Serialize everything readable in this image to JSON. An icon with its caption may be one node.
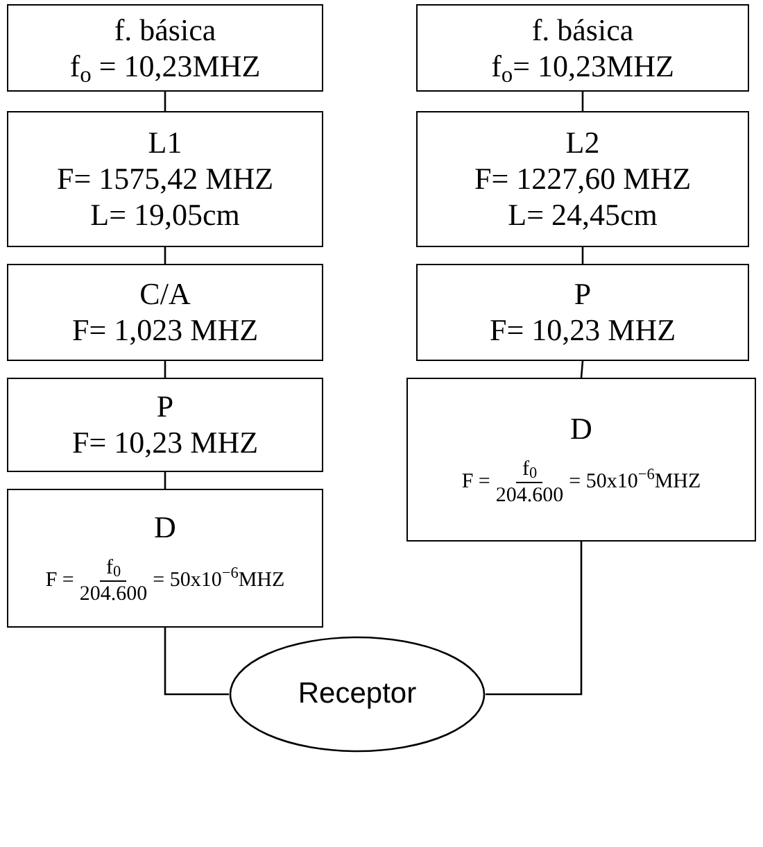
{
  "diagram": {
    "nodes": [
      {
        "text": [
          "f. básica",
          "f$_{o}$ = 10,23MHZ"
        ]
      },
      {
        "text": [
          "L1",
          "F= 1575,42 MHZ",
          "L= 19,05cm"
        ]
      },
      {
        "text": [
          "C/A",
          "F= 1,023 MHZ"
        ]
      },
      {
        "text": [
          "P",
          "F= 10,23 MHZ"
        ]
      },
      {
        "text": [
          "D",
          "F =",
          "f$_{0}$",
          "204.600",
          "= 50x10$^{−6}$MHZ"
        ]
      },
      {
        "text": [
          "f. básica",
          "f$_{o}$= 10,23MHZ"
        ]
      },
      {
        "text": [
          "L2",
          "F= 1227,60 MHZ",
          "L= 24,45cm"
        ]
      },
      {
        "text": [
          "P",
          "F= 10,23 MHZ"
        ]
      },
      {
        "text": [
          "D",
          "F =",
          "f$_{0}$",
          "204.600",
          "= 50x10$^{−6}$MHZ"
        ]
      },
      {
        "text": [
          "Receptor"
        ]
      }
    ],
    "edges": [
      {
        "from": 0,
        "to": 1,
        "arrow": "none"
      },
      {
        "from": 1,
        "to": 2,
        "arrow": "none"
      },
      {
        "from": 2,
        "to": 3,
        "arrow": "none"
      },
      {
        "from": 3,
        "to": 4,
        "arrow": "none"
      },
      {
        "from": 5,
        "to": 6,
        "arrow": "none"
      },
      {
        "from": 6,
        "to": 7,
        "arrow": "none"
      },
      {
        "from": 7,
        "to": 8,
        "arrow": "none"
      },
      {
        "from": 4,
        "to": 9,
        "arrow": "none"
      },
      {
        "from": 8,
        "to": 9,
        "arrow": "none"
      }
    ]
  }
}
